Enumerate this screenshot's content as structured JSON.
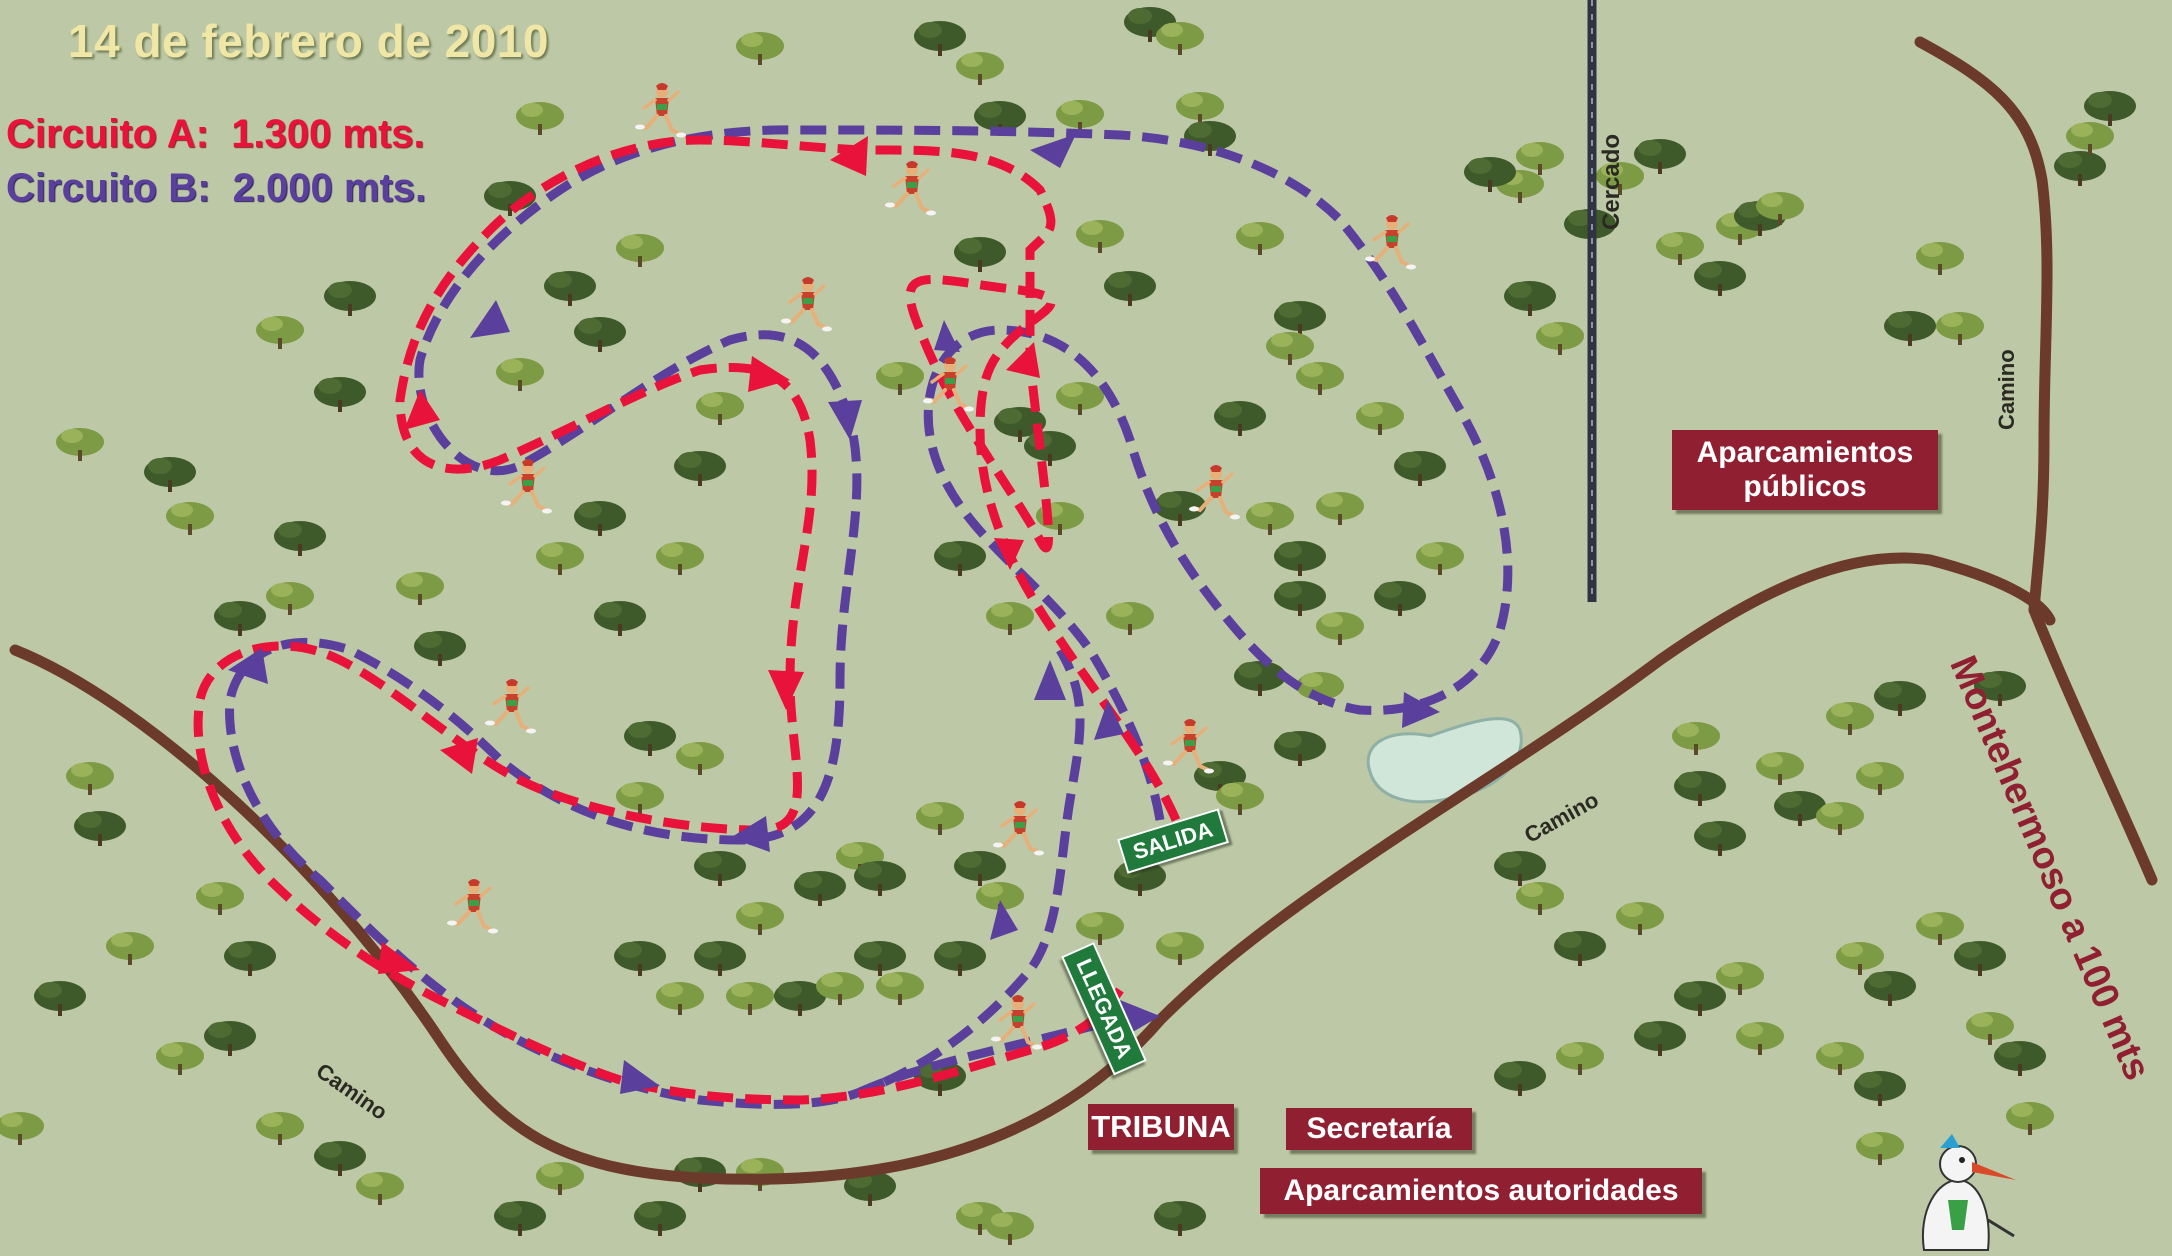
{
  "title": "14 de febrero de 2010",
  "legend": {
    "circuit_a": {
      "label": "Circuito A:",
      "distance": "1.300 mts.",
      "color": "#e8123a"
    },
    "circuit_b": {
      "label": "Circuito B:",
      "distance": "2.000 mts.",
      "color": "#5a3f9c"
    }
  },
  "colors": {
    "grass": "#bdc9a6",
    "road": "#6b3a2a",
    "fence": "#2f3342",
    "tree_dark": "#3f5a2a",
    "tree_light": "#7d9a44",
    "pond": "#cfe6d8",
    "sign_green": "#1f7a3b",
    "box_red": "#8f1f31",
    "title_yellow": "#f0e6a6"
  },
  "places": {
    "parking_public": {
      "line1": "Aparcamientos",
      "line2": "públicos"
    },
    "tribuna": "TRIBUNA",
    "secretaria": "Secretaría",
    "parking_auth": "Aparcamientos autoridades"
  },
  "signs": {
    "start": "SALIDA",
    "finish": "LLEGADA"
  },
  "road_labels": {
    "camino_sw": "Camino",
    "camino_main": "Camino",
    "camino_e": "Camino"
  },
  "fence_label": "Cercado",
  "town_direction": "Montehermoso a 100 mts",
  "icons": {
    "runner": "runner-icon",
    "tree": "tree-icon",
    "mascot": "stork-mascot-icon",
    "pond": "pond-icon"
  }
}
